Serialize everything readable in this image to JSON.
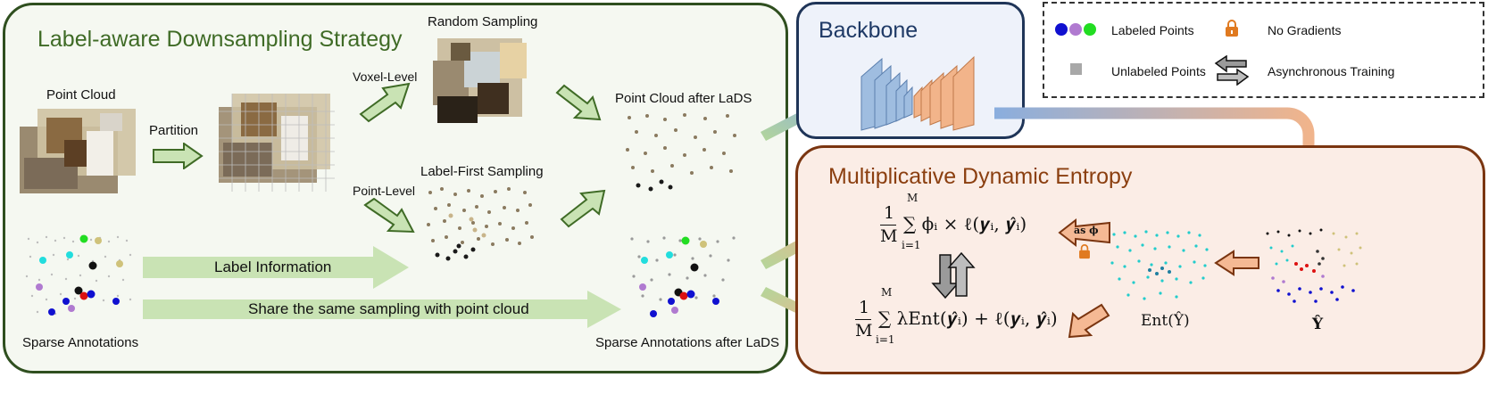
{
  "lads": {
    "title": "Label-aware Downsampling Strategy",
    "point_cloud": "Point Cloud",
    "partition": "Partition",
    "voxel_level": "Voxel-Level",
    "point_level": "Point-Level",
    "random_sampling": "Random Sampling",
    "label_first_sampling": "Label-First Sampling",
    "pc_after_lads": "Point Cloud after LaDS",
    "sparse_annotations": "Sparse Annotations",
    "sparse_after_lads": "Sparse Annotations after LaDS",
    "label_information": "Label Information",
    "share_sampling": "Share the same sampling with point cloud"
  },
  "backbone": {
    "title": "Backbone"
  },
  "legend": {
    "labeled_points": "Labeled Points",
    "no_gradients": "No Gradients",
    "unlabeled_points": "Unlabeled Points",
    "async_training": "Asynchronous Training"
  },
  "mde": {
    "title": "Multiplicative Dynamic Entropy",
    "as_phi": "as ϕ",
    "ent_label": "Ent(Ŷ)",
    "yhat_label": "Ŷ",
    "eq1_main": "∑ ϕᵢ × ℓ(𝒚ᵢ, 𝒚̂ᵢ)",
    "eq2_main": "∑ λEnt(𝒚̂ᵢ) + ℓ(𝒚ᵢ, 𝒚̂ᵢ)",
    "frac_num": "1",
    "frac_den": "M",
    "sum_top": "M",
    "sum_bottom": "i=1"
  },
  "colors": {
    "green_panel_border": "#2f4f1f",
    "blue_panel_border": "#1f3558",
    "brown_panel_border": "#7a3510",
    "green_arrow": "#c9e3b4",
    "label_blue": "#1010d0",
    "label_purple": "#b07ad0",
    "label_green": "#22dd22"
  }
}
